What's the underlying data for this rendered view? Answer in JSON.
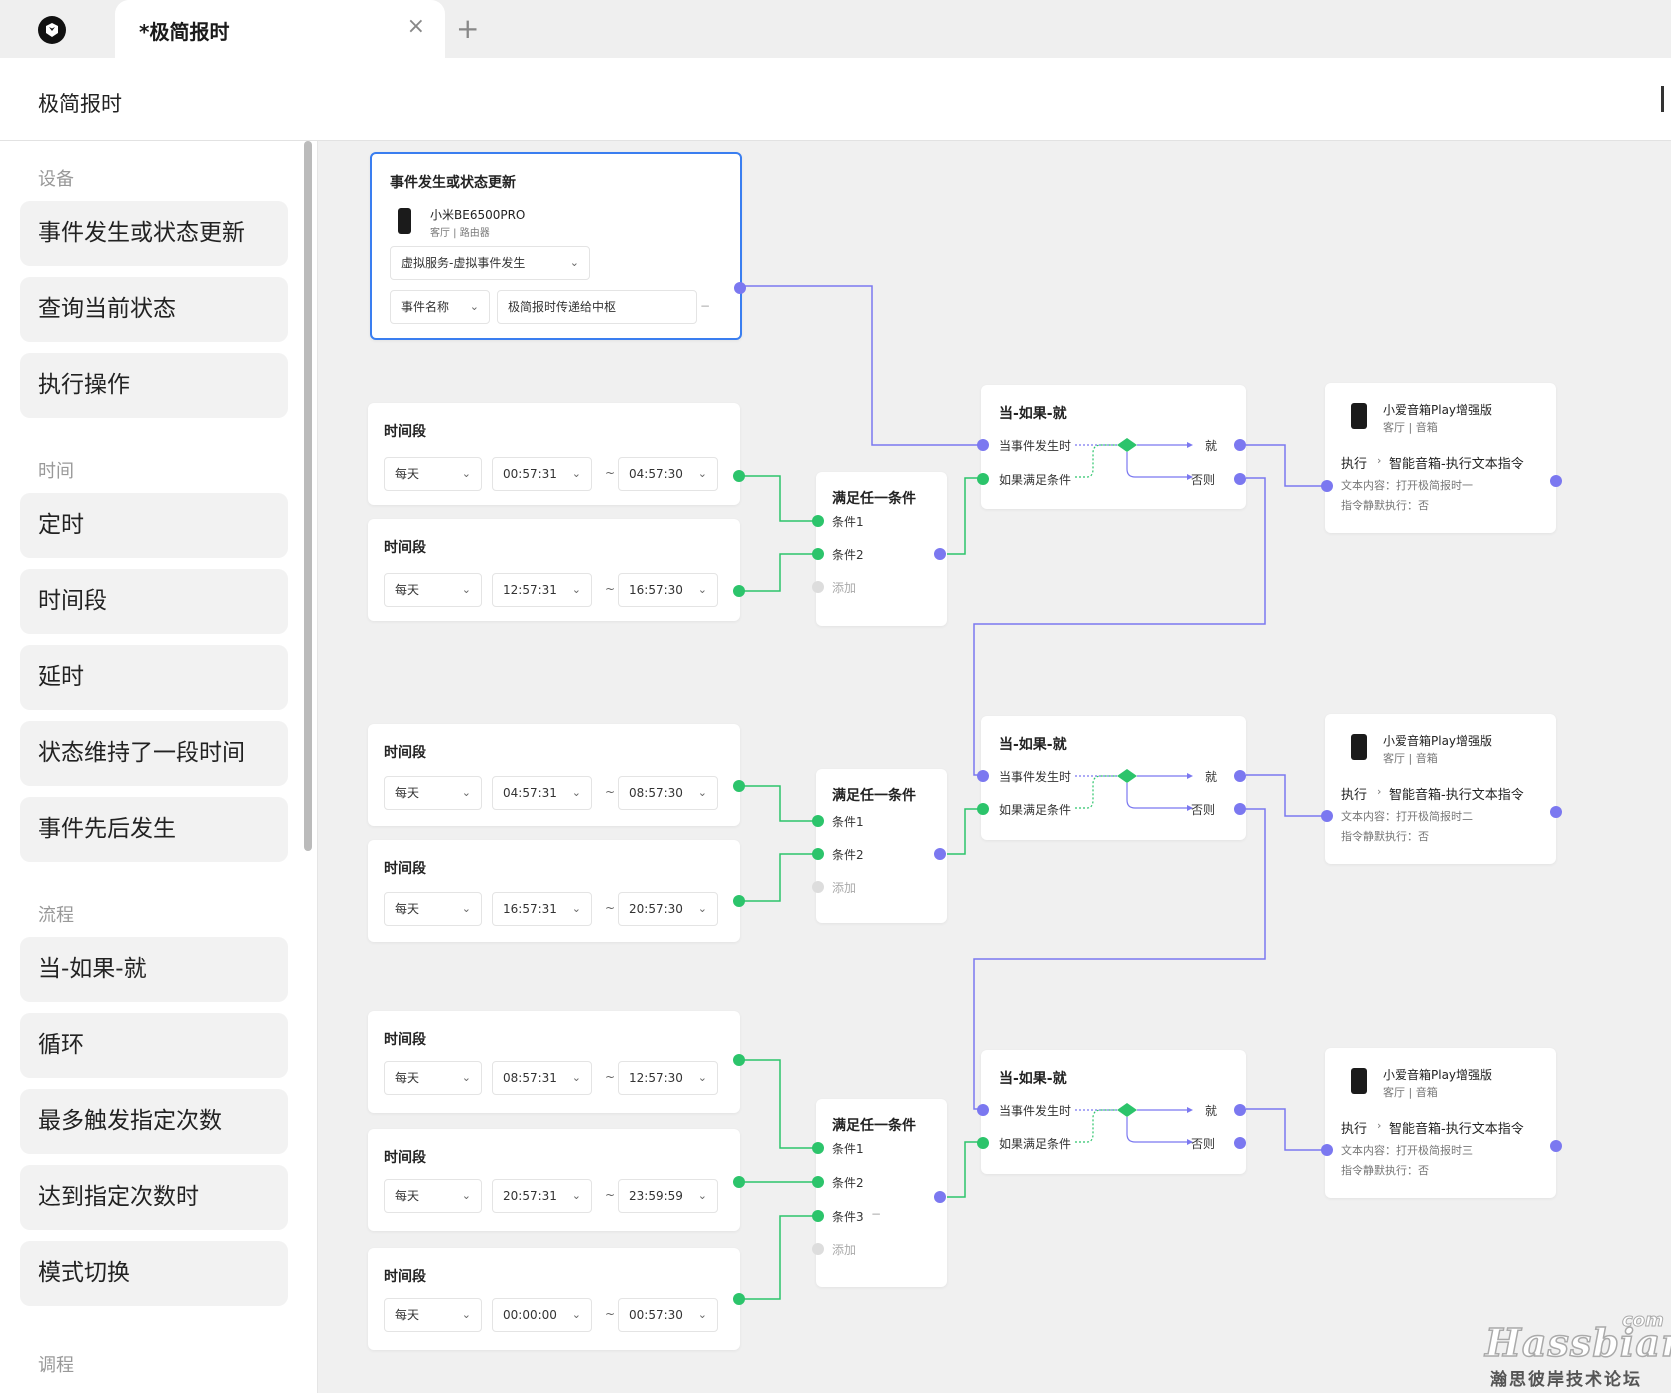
{
  "tab": {
    "title": "*极简报时"
  },
  "header": {
    "title": "极简报时"
  },
  "sidebar": {
    "sec_device": "设备",
    "device_items": [
      "事件发生或状态更新",
      "查询当前状态",
      "执行操作"
    ],
    "sec_time": "时间",
    "time_items": [
      "定时",
      "时间段",
      "延时",
      "状态维持了一段时间",
      "事件先后发生"
    ],
    "sec_flow": "流程",
    "flow_items": [
      "当-如果-就",
      "循环",
      "最多触发指定次数",
      "达到指定次数时",
      "模式切换"
    ],
    "sec_more": "调程"
  },
  "event_node": {
    "title": "事件发生或状态更新",
    "device_name": "小米BE6500PRO",
    "device_loc": "客厅 | 路由器",
    "service": "虚拟服务-虚拟事件发生",
    "param_name": "事件名称",
    "param_value": "极简报时传递给中枢"
  },
  "time_node_title": "时间段",
  "time_ranges": [
    {
      "repeat": "每天",
      "start": "00:57:31",
      "end": "04:57:30"
    },
    {
      "repeat": "每天",
      "start": "12:57:31",
      "end": "16:57:30"
    },
    {
      "repeat": "每天",
      "start": "04:57:31",
      "end": "08:57:30"
    },
    {
      "repeat": "每天",
      "start": "16:57:31",
      "end": "20:57:30"
    },
    {
      "repeat": "每天",
      "start": "08:57:31",
      "end": "12:57:30"
    },
    {
      "repeat": "每天",
      "start": "20:57:31",
      "end": "23:59:59"
    },
    {
      "repeat": "每天",
      "start": "00:00:00",
      "end": "00:57:30"
    }
  ],
  "tilde": "~",
  "any_nodes": {
    "title": "满足任一条件",
    "cond1": "条件1",
    "cond2": "条件2",
    "cond3": "条件3",
    "add": "添加",
    "minus": "−"
  },
  "wif": {
    "title": "当-如果-就",
    "when": "当事件发生时",
    "if": "如果满足条件",
    "then": "就",
    "else": "否则"
  },
  "speaker": {
    "name": "小爱音箱Play增强版",
    "loc": "客厅 | 音箱",
    "exec": "执行",
    "sep": "›",
    "action": "智能音箱-执行文本指令",
    "silent": "指令静默执行：否"
  },
  "exec_texts": [
    "文本内容：打开极简报时一",
    "文本内容：打开极简报时二",
    "文本内容：打开极简报时三"
  ],
  "icons": {
    "minus": "−",
    "close": "×",
    "add": "+",
    "chevron": "⌄"
  },
  "colors": {
    "green": "#2cc46b",
    "blue": "#7b78f0",
    "selected": "#3a7ef0"
  },
  "watermark": {
    "main": "Hassbian",
    "com": "com",
    "sub": "瀚思彼岸技术论坛"
  }
}
